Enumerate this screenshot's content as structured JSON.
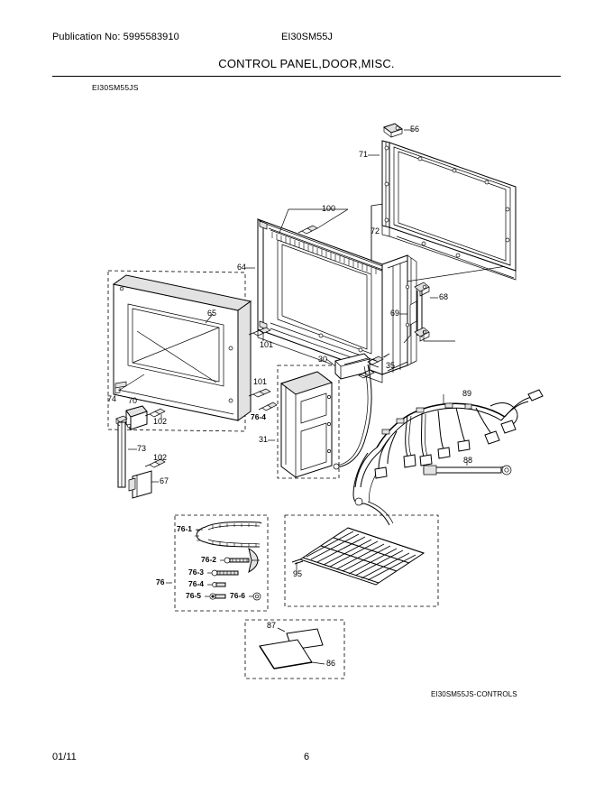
{
  "header": {
    "publication_label": "Publication No: 5995583910",
    "model": "EI30SM55J",
    "sheet_title": "CONTROL PANEL,DOOR,MISC.",
    "sub_model": "EI30SM55JS"
  },
  "footer": {
    "date": "01/11",
    "page": "6",
    "figure_code": "EI30SM55JS-CONTROLS"
  },
  "callouts": {
    "c56": "56",
    "c71": "71",
    "c72": "72",
    "c100": "100",
    "c64": "64",
    "c68": "68",
    "c69": "69",
    "c65": "65",
    "c101a": "101",
    "c101b": "101",
    "c74": "74",
    "c70": "70",
    "c102a": "102",
    "c73": "73",
    "c102b": "102",
    "c67": "67",
    "c30": "30",
    "c35": "35",
    "c31": "31",
    "c76_4_lead": "76-4",
    "c89": "89",
    "c88": "88",
    "c76": "76",
    "c76_1": "76-1",
    "c76_2": "76-2",
    "c76_3": "76-3",
    "c76_4": "76-4",
    "c76_5": "76-5",
    "c76_6": "76-6",
    "c95": "95",
    "c87": "87",
    "c86": "86"
  }
}
